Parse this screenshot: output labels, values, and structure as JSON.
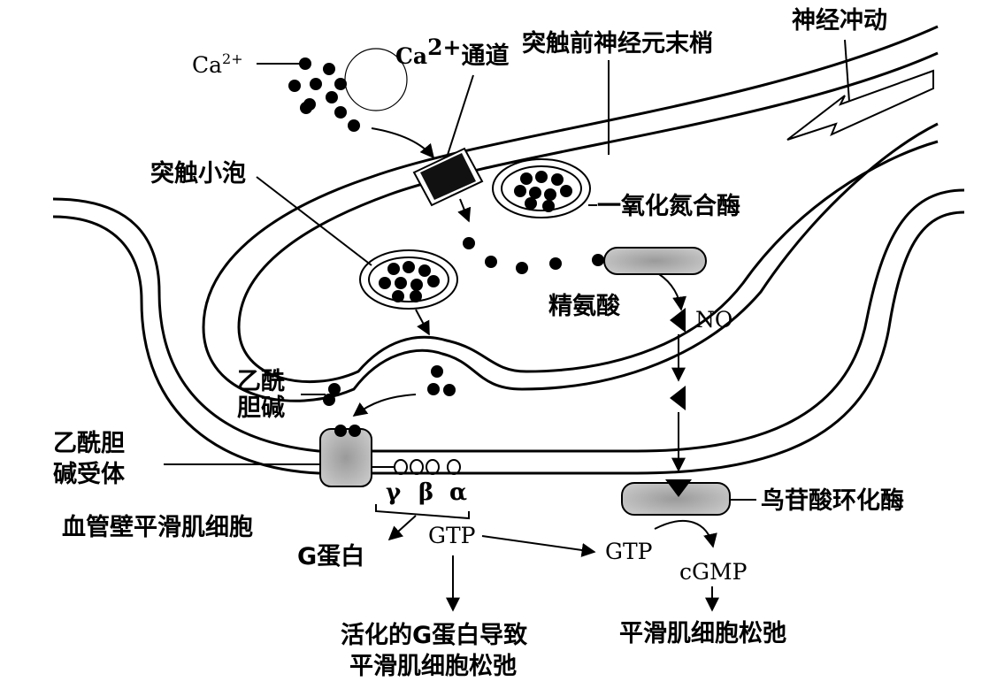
{
  "labels": {
    "ca_ion": "Ca",
    "ca_sup": "2+",
    "ca_channel_ca": "Ca",
    "ca_channel_sup": "2+",
    "ca_channel_text": "通道",
    "presynaptic_terminal": "突触前神经元末梢",
    "nerve_impulse": "神经冲动",
    "synaptic_vesicle": "突触小泡",
    "nos": "一氧化氮合酶",
    "arginine": "精氨酸",
    "no": "NO",
    "ach_line1": "乙酰",
    "ach_line2": "胆碱",
    "achr_line1": "乙酰胆",
    "achr_line2": "碱受体",
    "smooth_muscle_cell": "血管壁平滑肌细胞",
    "gamma": "γ",
    "beta": "β",
    "alpha": "α",
    "g_protein": "G蛋白",
    "gtp_left": "GTP",
    "gtp_right": "GTP",
    "guanylate_cyclase": "鸟苷酸环化酶",
    "cgmp": "cGMP",
    "result_left_line1": "活化的G蛋白导致",
    "result_left_line2": "平滑肌细胞松弛",
    "result_right": "平滑肌细胞松弛"
  }
}
